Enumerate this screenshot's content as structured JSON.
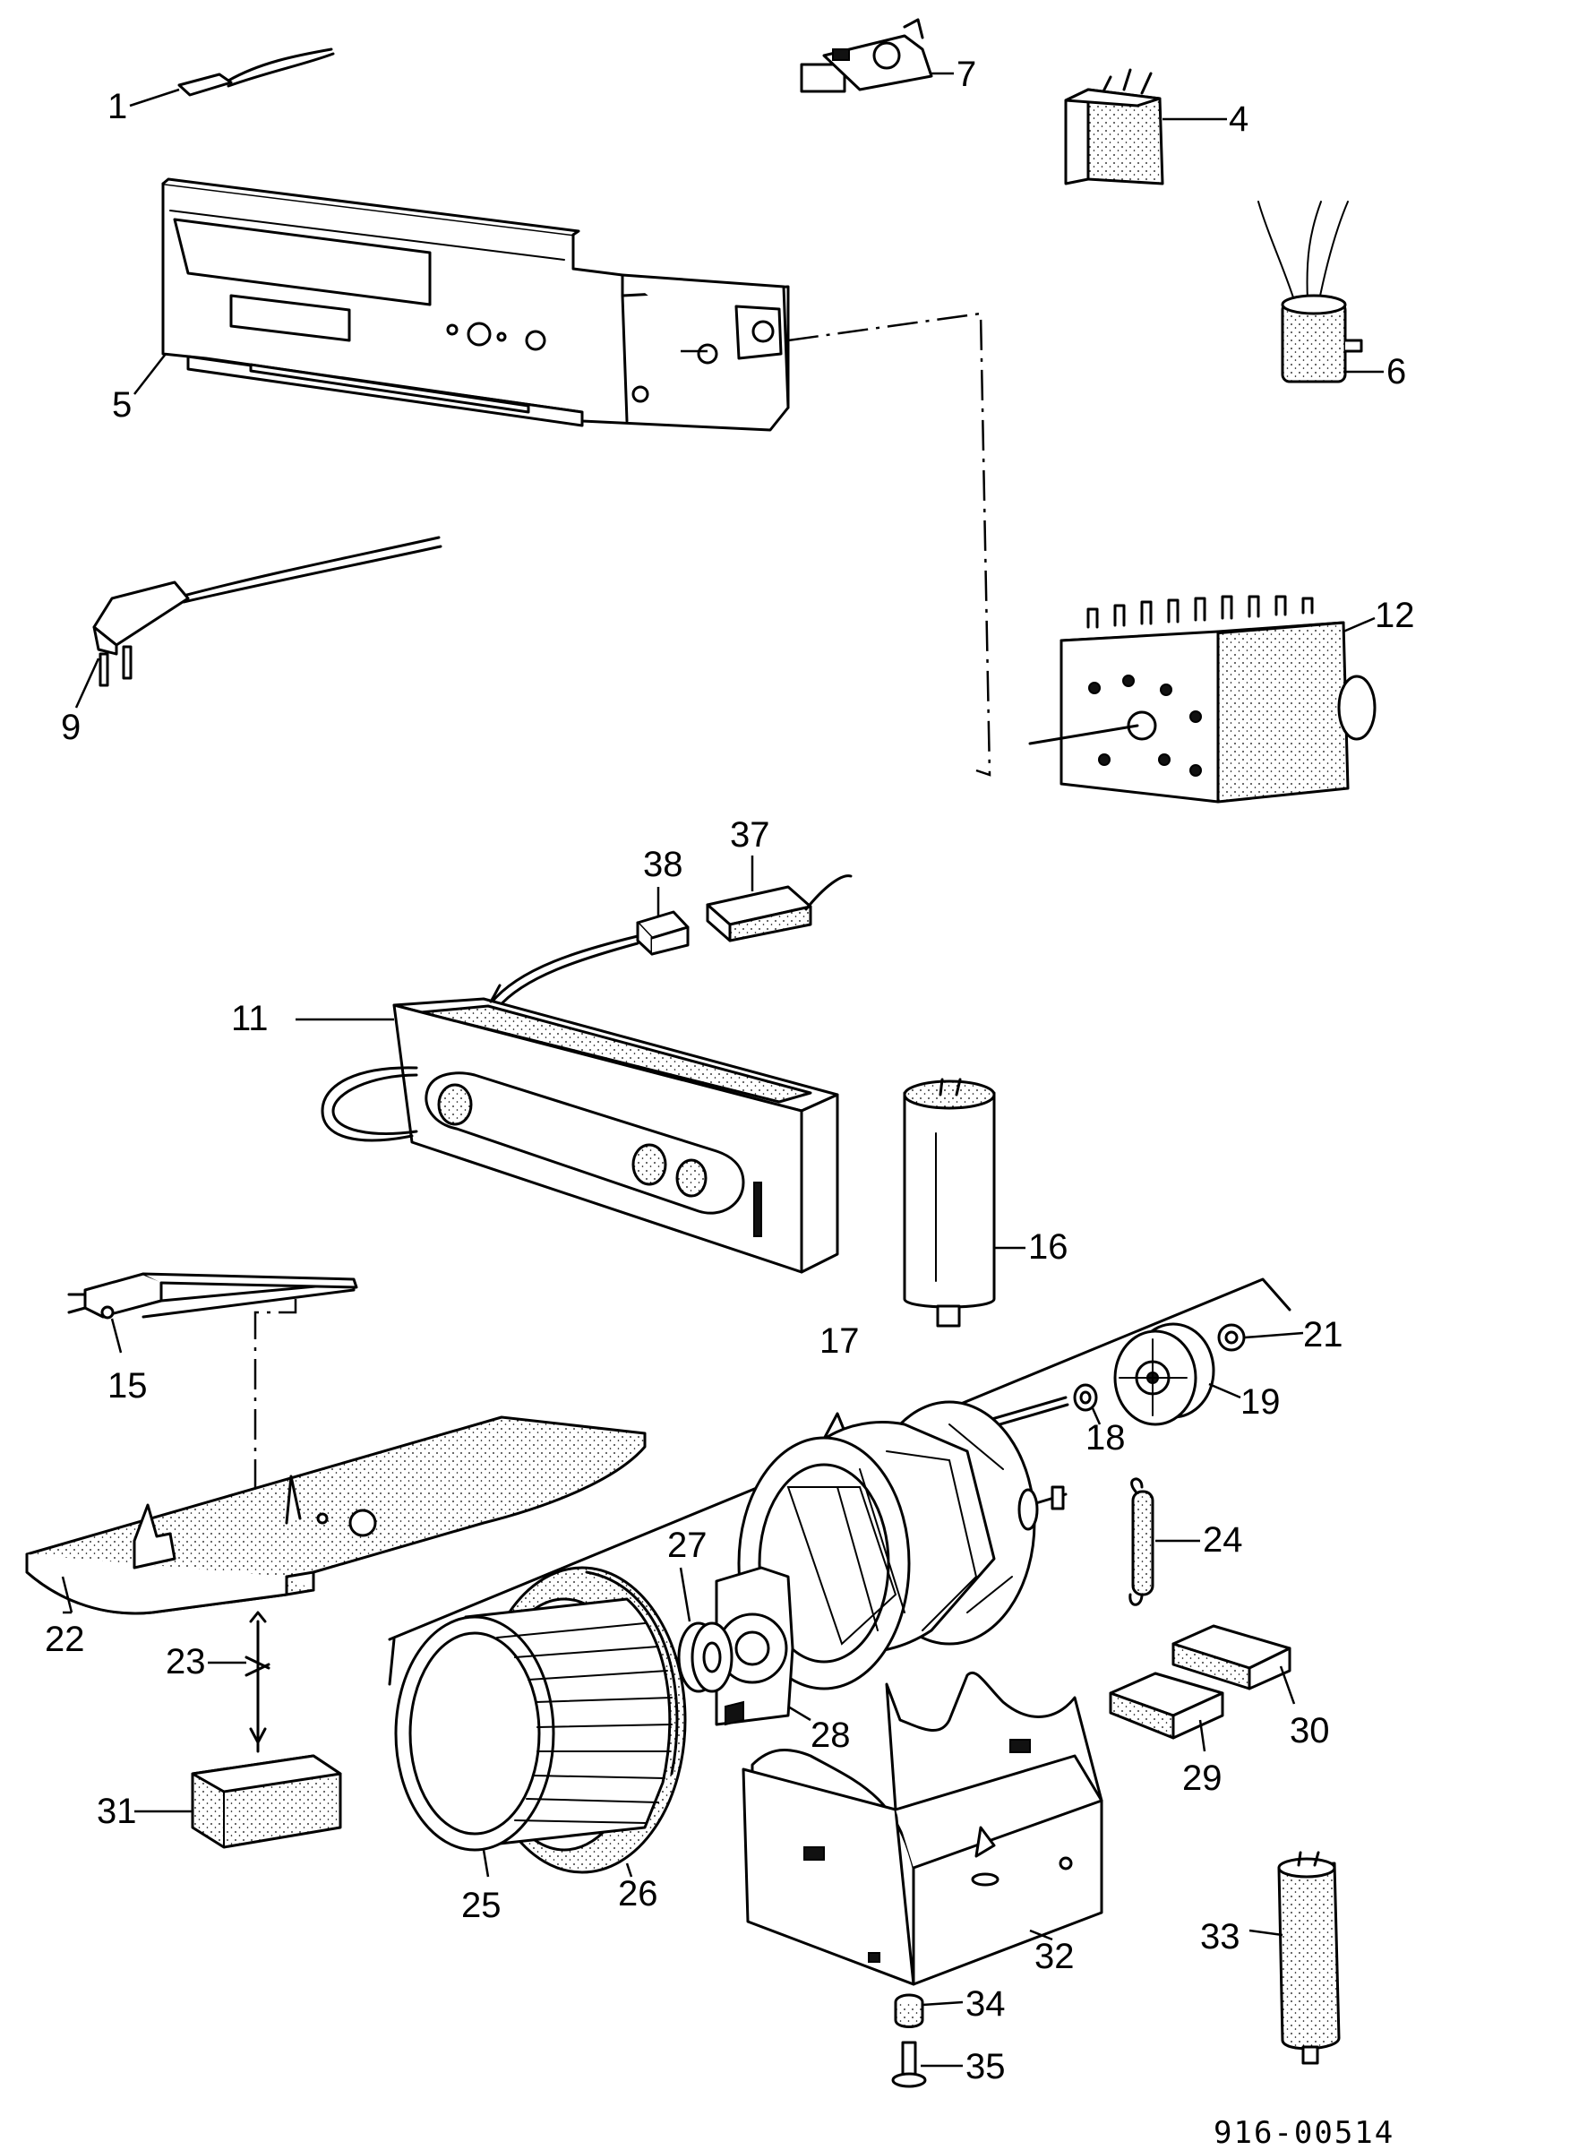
{
  "drawing_number": "916-00514",
  "labels": {
    "l1": "1",
    "l4": "4",
    "l5": "5",
    "l6": "6",
    "l7": "7",
    "l9": "9",
    "l11": "11",
    "l12": "12",
    "l15": "15",
    "l16": "16",
    "l17": "17",
    "l18": "18",
    "l19": "19",
    "l21": "21",
    "l22": "22",
    "l23": "23",
    "l24": "24",
    "l25": "25",
    "l26": "26",
    "l27": "27",
    "l28": "28",
    "l29": "29",
    "l30": "30",
    "l31": "31",
    "l32": "32",
    "l33": "33",
    "l34": "34",
    "l35": "35",
    "l37": "37",
    "l38": "38"
  }
}
